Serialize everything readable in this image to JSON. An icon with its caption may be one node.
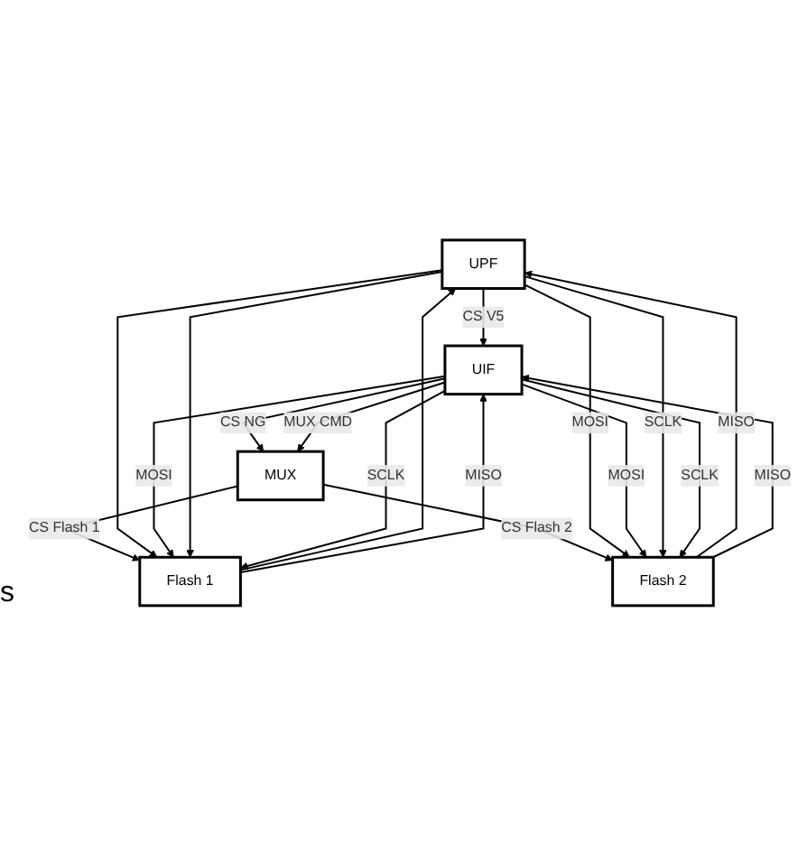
{
  "diagram": {
    "nodes": [
      {
        "text": [
          "UPF"
        ]
      },
      {
        "text": [
          "UIF"
        ]
      },
      {
        "text": [
          "MUX"
        ]
      },
      {
        "text": [
          "Flash 1"
        ]
      },
      {
        "text": [
          "Flash 2"
        ]
      }
    ],
    "edges": [
      {
        "from": 0,
        "to": 1,
        "arrow": "to",
        "label": "CS V5"
      },
      {
        "from": 1,
        "to": 2,
        "arrow": "to",
        "label": "CS NG"
      },
      {
        "from": 1,
        "to": 2,
        "arrow": "to",
        "label": "MUX CMD"
      },
      {
        "from": 2,
        "to": 3,
        "arrow": "to",
        "label": "CS Flash 1"
      },
      {
        "from": 2,
        "to": 4,
        "arrow": "to",
        "label": "CS Flash 2"
      },
      {
        "from": 0,
        "to": 3,
        "arrow": "to"
      },
      {
        "from": 0,
        "to": 4,
        "arrow": "to",
        "label": "MOSI"
      },
      {
        "from": 1,
        "to": 3,
        "arrow": "to",
        "label": "MOSI"
      },
      {
        "from": 1,
        "to": 4,
        "arrow": "to",
        "label": "MOSI"
      },
      {
        "from": 3,
        "to": 0,
        "arrow": "to"
      },
      {
        "from": 4,
        "to": 0,
        "arrow": "to",
        "label": "MISO"
      },
      {
        "from": 3,
        "to": 1,
        "arrow": "to",
        "label": "MISO"
      },
      {
        "from": 4,
        "to": 1,
        "arrow": "to",
        "label": "MISO"
      },
      {
        "from": 0,
        "to": 3,
        "arrow": "to"
      },
      {
        "from": 0,
        "to": 4,
        "arrow": "to",
        "label": "SCLK"
      },
      {
        "from": 1,
        "to": 3,
        "arrow": "to",
        "label": "SCLK"
      },
      {
        "from": 1,
        "to": 4,
        "arrow": "to",
        "label": "SCLK"
      }
    ],
    "labels": [
      "s"
    ]
  }
}
